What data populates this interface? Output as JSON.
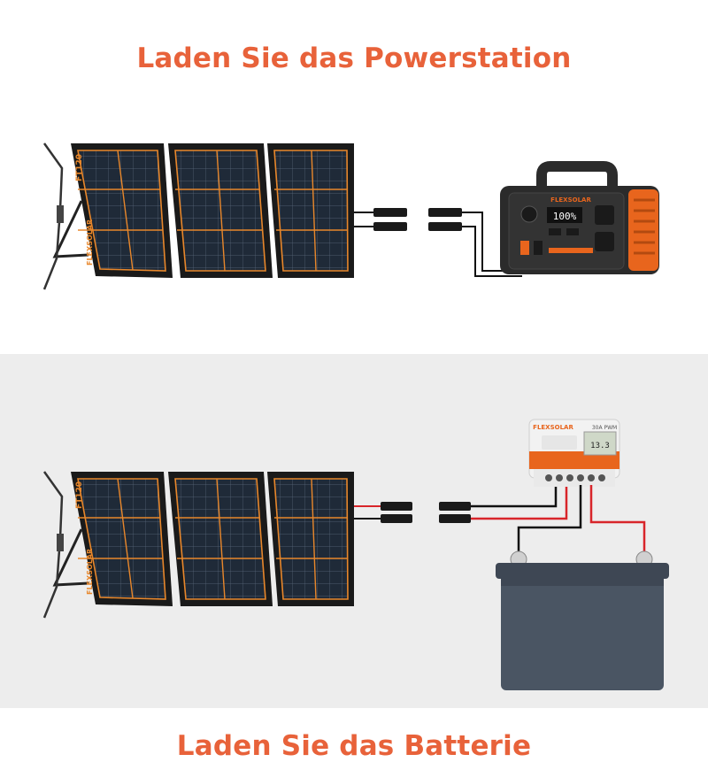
{
  "top": {
    "heading": "Laden Sie das Powerstation",
    "panel_model": "FT120",
    "panel_brand": "FLEXSOLAR",
    "station_brand": "FLEXSOLAR",
    "station_display": "100%"
  },
  "bottom": {
    "heading": "Laden Sie das Batterie",
    "panel_model": "FT120",
    "panel_brand": "FLEXSOLAR",
    "controller_brand": "FLEXSOLAR",
    "controller_model": "30A PWM",
    "controller_display": "13.3"
  },
  "colors": {
    "heading": "#e8623a",
    "panel_frame": "#1a1a1a",
    "cell": "#1f2a38",
    "grid": "#e8872b",
    "station_orange": "#e8651d",
    "station_body": "#2b2b2b",
    "battery": "#4a5563",
    "wire_red": "#d8252a",
    "wire_black": "#111111"
  }
}
